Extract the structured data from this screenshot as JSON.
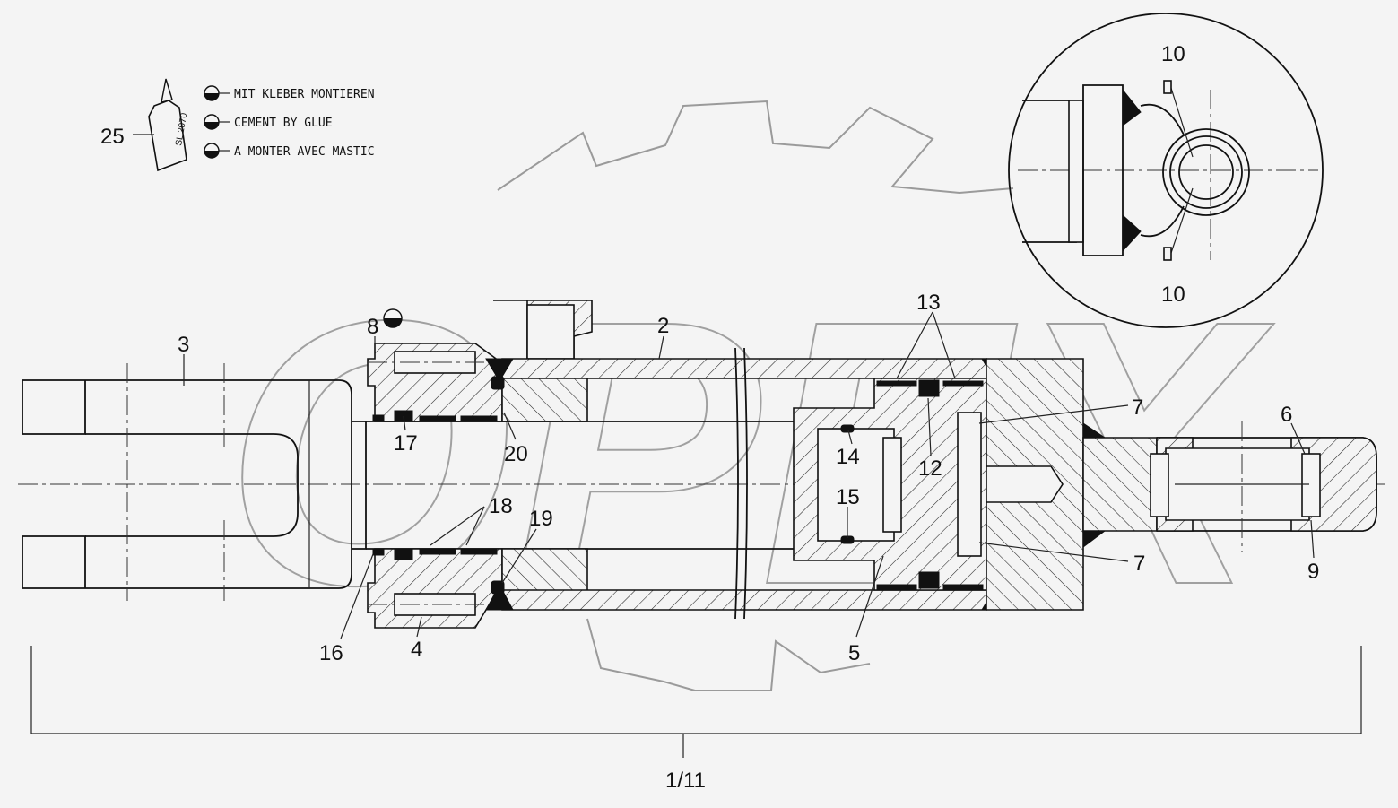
{
  "legend": {
    "glue_part_number": "25",
    "bottle_label": "SL 2070",
    "lines": [
      "MIT KLEBER MONTIEREN",
      "CEMENT BY GLUE",
      "A MONTER AVEC MASTIC"
    ]
  },
  "callouts": {
    "c1": "3",
    "c2": "8",
    "c3": "2",
    "c4": "17",
    "c5": "20",
    "c6": "18",
    "c7": "19",
    "c8": "16",
    "c9": "4",
    "c10": "13",
    "c11": "14",
    "c12": "12",
    "c13": "15",
    "c14": "5",
    "c15": "7",
    "c16": "7",
    "c17": "6",
    "c18": "9",
    "c19": "10",
    "c20": "10",
    "assembly": "1/11"
  },
  "watermark": "OPEX"
}
